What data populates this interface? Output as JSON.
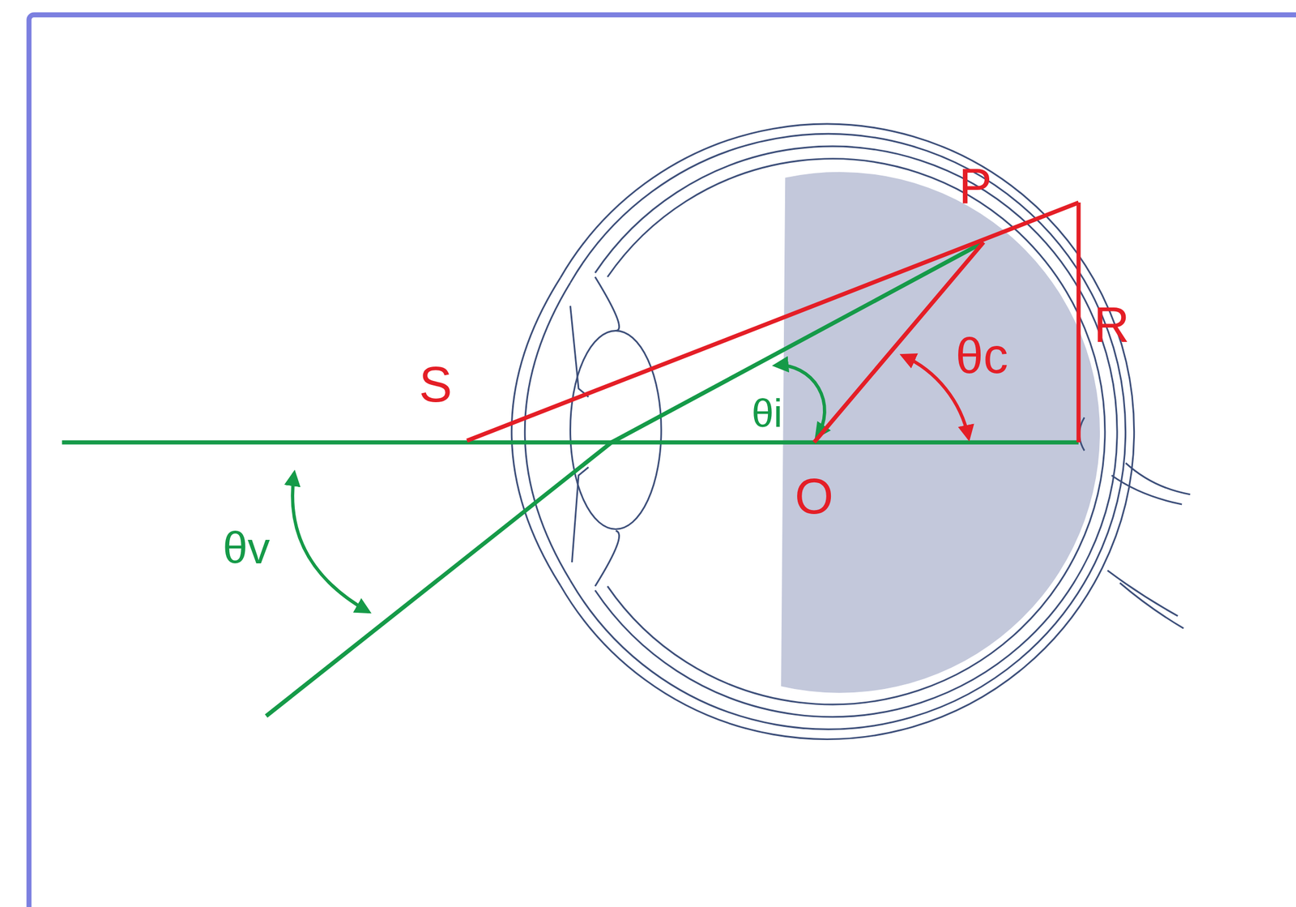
{
  "diagram": {
    "labels": [
      "P",
      "R",
      "S",
      "θc",
      "θi",
      "O",
      "θv"
    ]
  }
}
